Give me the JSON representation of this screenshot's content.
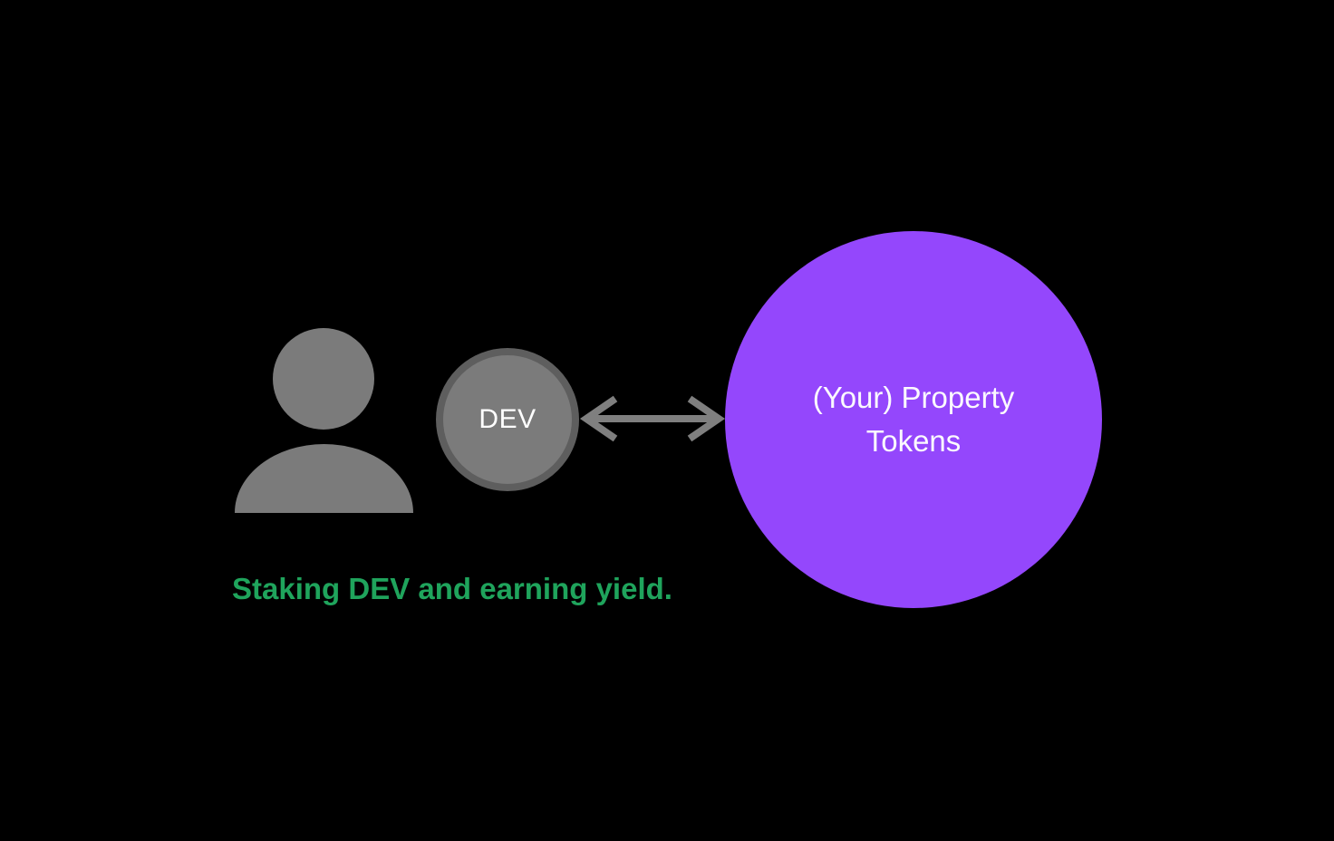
{
  "canvas": {
    "background_color": "#000000"
  },
  "diagram": {
    "user_icon": {
      "semantic": "user-silhouette",
      "color": "#7b7b7b"
    },
    "dev_circle": {
      "label": "DEV",
      "fill_color": "#7b7b7b",
      "border_color": "#5e5e5e",
      "text_color": "#ffffff"
    },
    "arrow": {
      "direction": "bidirectional",
      "color": "#7f7f7f"
    },
    "property_circle": {
      "label_line1": "(Your) Property",
      "label_line2": "Tokens",
      "fill_color": "#9447fc",
      "text_color": "#fbf9fe"
    },
    "caption": {
      "text": "Staking DEV and earning yield.",
      "color": "#1fa45c"
    }
  }
}
